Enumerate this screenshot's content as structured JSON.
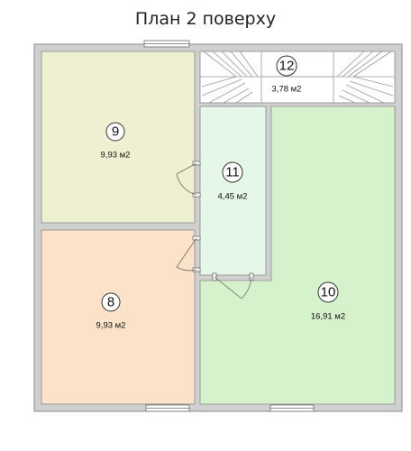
{
  "title": "План 2 поверху",
  "colors": {
    "room9": "#efefd2",
    "room8": "#fbe2c9",
    "room10": "#d6f2cc",
    "room11": "#e5f7e8",
    "stairs": "#ffffff",
    "wall_outer": "#c8c8c8",
    "wall_line": "#8a8a8a"
  },
  "rooms": {
    "r9": {
      "number": "9",
      "area": "9,93 м2"
    },
    "r8": {
      "number": "8",
      "area": "9,93 м2"
    },
    "r10": {
      "number": "10",
      "area": "16,91 м2"
    },
    "r11": {
      "number": "11",
      "area": "4,45 м2"
    },
    "r12": {
      "number": "12",
      "area": "3,78 м2"
    }
  },
  "icons": [
    "door-swing-icon",
    "window-icon",
    "stair-icon"
  ]
}
